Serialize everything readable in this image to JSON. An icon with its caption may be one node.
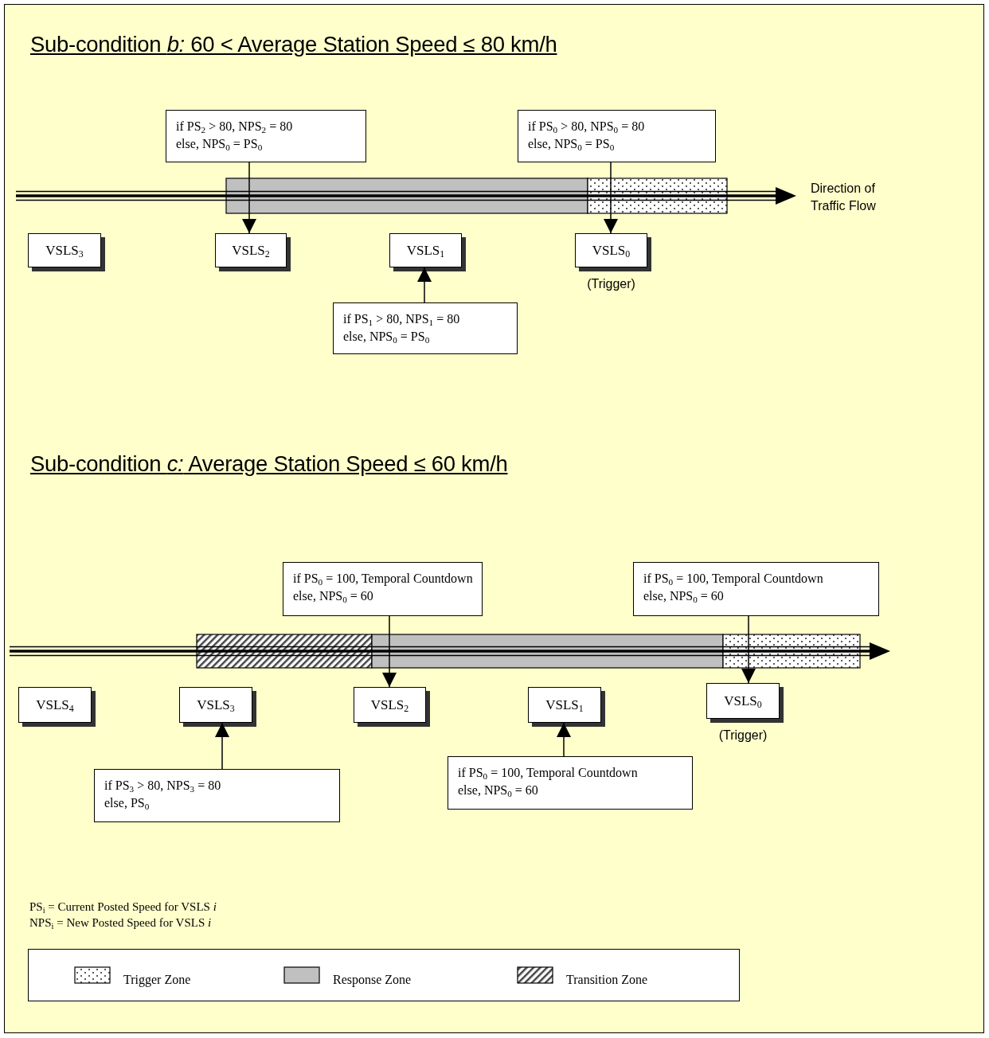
{
  "diagram": {
    "nodes": [
      {
        "text": [
          "if PS$_{2}$ > 80, NPS$_{2}$ = 80",
          "else, NPS$_{0}$ = PS$_{0}$"
        ]
      },
      {
        "text": [
          "if PS$_{0}$ > 80, NPS$_{0}$ = 80",
          "else, NPS$_{0}$ = PS$_{0}$"
        ]
      },
      {
        "text": [
          "VSLS$_{3}$"
        ]
      },
      {
        "text": [
          "VSLS$_{2}$"
        ]
      },
      {
        "text": [
          "VSLS$_{1}$"
        ]
      },
      {
        "text": [
          "VSLS$_{0}$"
        ],
        "beside": [
          "(Trigger)"
        ]
      },
      {
        "text": [
          "if PS$_{1}$ > 80, NPS$_{1}$ = 80",
          "else, NPS$_{0}$ = PS$_{0}$"
        ]
      },
      {
        "text": [
          "if PS$_{0}$ = 100, Temporal Countdown",
          "else, NPS$_{0}$ = 60"
        ]
      },
      {
        "text": [
          "if PS$_{0}$ = 100, Temporal Countdown",
          "else, NPS$_{0}$ = 60"
        ]
      },
      {
        "text": [
          "VSLS$_{4}$"
        ]
      },
      {
        "text": [
          "VSLS$_{3}$"
        ]
      },
      {
        "text": [
          "VSLS$_{2}$"
        ]
      },
      {
        "text": [
          "VSLS$_{1}$"
        ]
      },
      {
        "text": [
          "VSLS$_{0}$"
        ],
        "beside": [
          "(Trigger)"
        ]
      },
      {
        "text": [
          "if PS$_{3}$ > 80, NPS$_{3}$ = 80",
          "else, PS$_{0}$"
        ]
      },
      {
        "text": [
          "if PS$_{0}$ = 100, Temporal Countdown",
          "else, NPS$_{0}$ = 60"
        ]
      }
    ],
    "edges": [
      {
        "from": 0,
        "to": 3,
        "arrow": "to"
      },
      {
        "from": 1,
        "to": 5,
        "arrow": "to"
      },
      {
        "from": 6,
        "to": 4,
        "arrow": "to"
      },
      {
        "from": 7,
        "to": 11,
        "arrow": "to"
      },
      {
        "from": 8,
        "to": 13,
        "arrow": "to"
      },
      {
        "from": 14,
        "to": 10,
        "arrow": "to"
      },
      {
        "from": 15,
        "to": 12,
        "arrow": "to"
      }
    ],
    "labels": [
      "Sub-condition *b:* 60 < Average Station Speed ≤ 80 km/h",
      "Direction of Traffic Flow",
      "Sub-condition *c:* Average Station Speed ≤ 60 km/h",
      "PS$_{i}$ = Current Posted Speed for VSLS *i*",
      "NPS$_{i}$ = New Posted Speed for VSLS *i*"
    ],
    "legend": [
      {
        "text": "Trigger Zone"
      },
      {
        "text": "Response Zone"
      },
      {
        "text": "Transition Zone"
      }
    ]
  }
}
